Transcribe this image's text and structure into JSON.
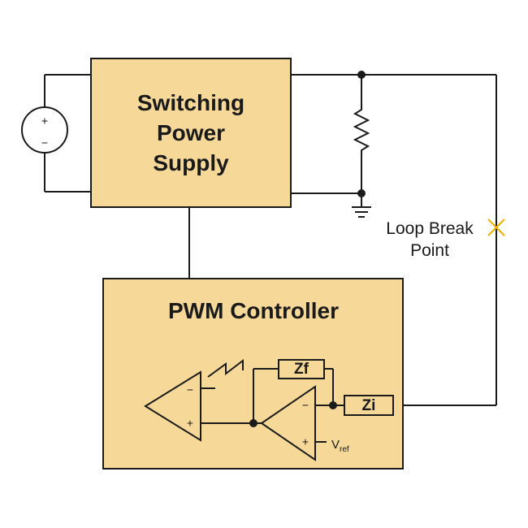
{
  "blocks": {
    "power_supply": {
      "title_lines": [
        "Switching",
        "Power",
        "Supply"
      ]
    },
    "pwm_controller": {
      "title": "PWM Controller"
    }
  },
  "source": {
    "plus": "+",
    "minus": "−"
  },
  "loop_break": {
    "lines": [
      "Loop Break",
      "Point"
    ],
    "marker_color": "#f0b000"
  },
  "impedances": {
    "feedback": "Zf",
    "input": "Zi"
  },
  "comparator": {
    "inverting": "−",
    "non_inverting": "+"
  },
  "error_amp": {
    "inverting": "−",
    "non_inverting": "+"
  },
  "reference": {
    "symbol": "V",
    "subscript": "ref"
  },
  "colors": {
    "block_fill": "#f6d999",
    "line": "#1a1a1a",
    "marker": "#f0b000"
  },
  "icons": {
    "voltage_source": "voltage-source-icon",
    "resistor": "resistor-icon",
    "ground": "ground-icon",
    "sawtooth": "sawtooth-icon",
    "loop_break_marker": "cross-marker-icon"
  }
}
